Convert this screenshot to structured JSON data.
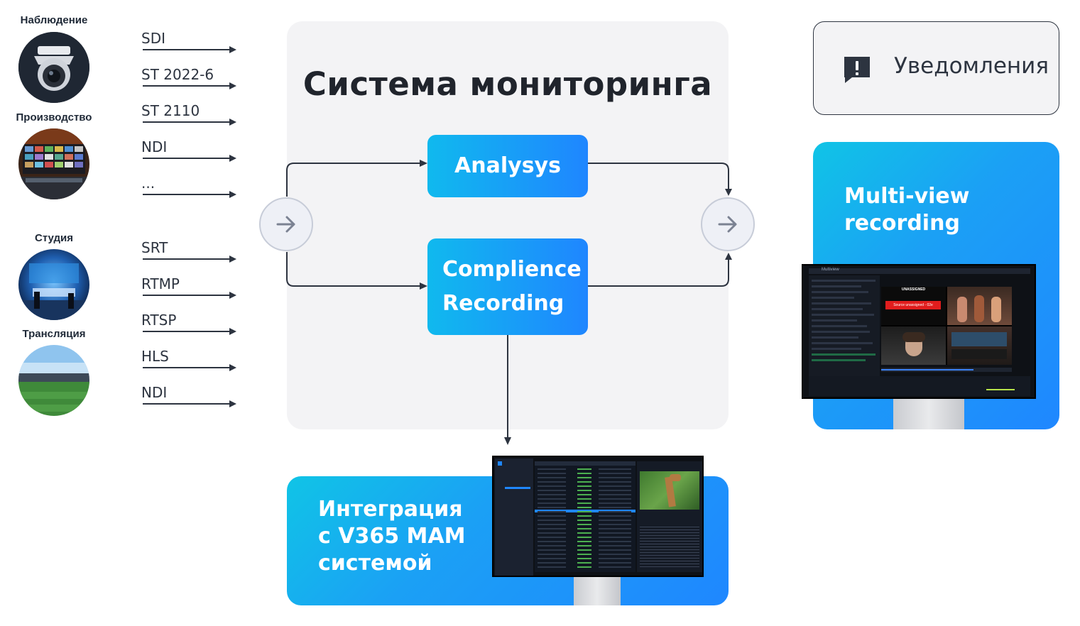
{
  "sources": [
    {
      "label": "Наблюдение",
      "icon": "surveillance-camera-photo"
    },
    {
      "label": "Производство",
      "icon": "production-control-room-photo"
    },
    {
      "label": "Студия",
      "icon": "tv-studio-photo"
    },
    {
      "label": "Трансляция",
      "icon": "stadium-broadcast-photo"
    }
  ],
  "protocols_group1": [
    "SDI",
    "ST 2022-6",
    "ST 2110",
    "NDI",
    "..."
  ],
  "protocols_group2": [
    "SRT",
    "RTMP",
    "RTSP",
    "HLS",
    "NDI"
  ],
  "monitoring": {
    "title": "Система мониторинга",
    "analysys": "Analysys",
    "complience_line1": "Complience",
    "complience_line2": "Recording"
  },
  "notifications": {
    "label": "Уведомления",
    "icon": "alert-message-icon"
  },
  "multiview": {
    "line1": "Multi-view",
    "line2": "recording",
    "screen_app": "Multiview",
    "tile_unassigned": "UNASSIGNED",
    "tile_unassigned_msg": "Source unassigned - 02e"
  },
  "mam": {
    "line1": "Интеграция",
    "line2": "с V365 MAM",
    "line3": "системой"
  },
  "colors": {
    "accent_blue": "#1f87ff",
    "accent_cyan": "#10c4e6",
    "panel_gray": "#f3f3f5",
    "text_dark": "#20242c"
  }
}
